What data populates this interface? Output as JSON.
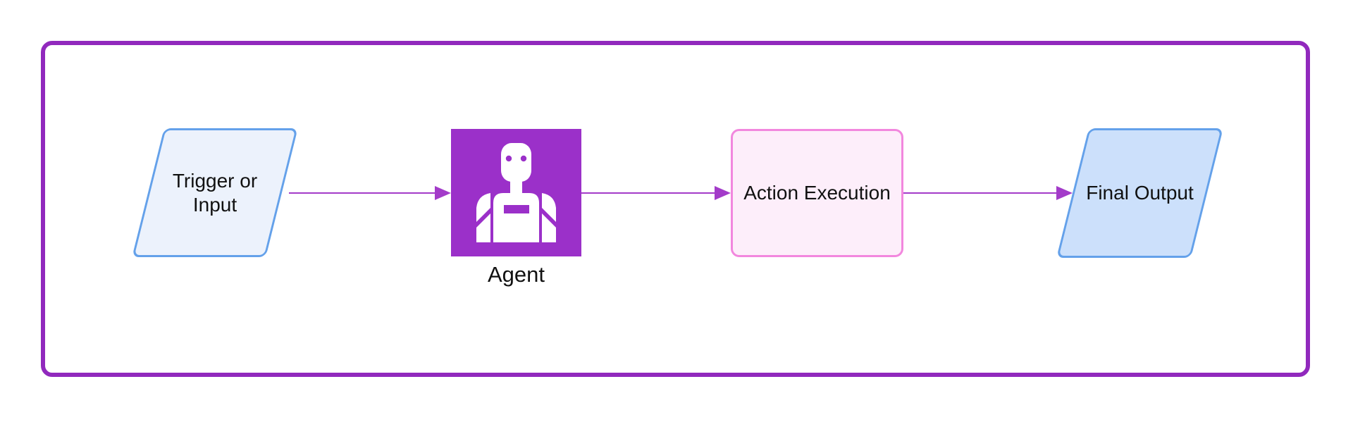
{
  "diagram": {
    "type": "flowchart",
    "direction": "left-to-right",
    "nodes": [
      {
        "id": "trigger",
        "label": "Trigger or Input",
        "shape": "parallelogram",
        "fill": "#ECF2FC",
        "border": "#64A1EA"
      },
      {
        "id": "agent",
        "label": "Agent",
        "shape": "icon-square",
        "icon": "robot-icon",
        "fill": "#9B30C9",
        "icon_color": "#FFFFFF"
      },
      {
        "id": "action",
        "label": "Action Execution",
        "shape": "rounded-rectangle",
        "fill": "#FDEEFA",
        "border": "#F287DE"
      },
      {
        "id": "output",
        "label": "Final Output",
        "shape": "parallelogram",
        "fill": "#CCE0FB",
        "border": "#64A1EA"
      }
    ],
    "edges": [
      {
        "from": "Trigger or Input",
        "to": "Agent",
        "style": "arrow"
      },
      {
        "from": "Agent",
        "to": "Action Execution",
        "style": "arrow"
      },
      {
        "from": "Action Execution",
        "to": "Final Output",
        "style": "arrow"
      }
    ],
    "colors": {
      "frame_border": "#9129BD",
      "arrow": "#A33BC9",
      "text": "#111111",
      "background": "#FFFFFF"
    }
  }
}
